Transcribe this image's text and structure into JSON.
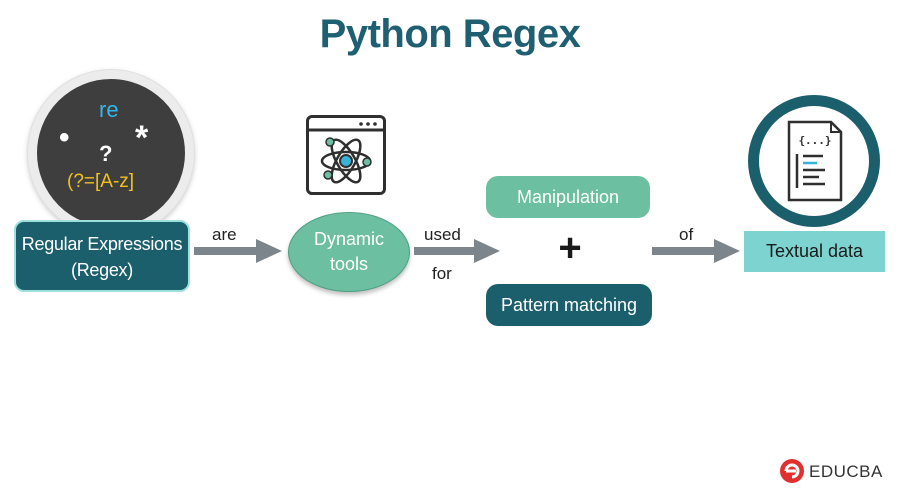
{
  "title": "Python Regex",
  "symbols": {
    "re": "re",
    "dot": "•",
    "question": "?",
    "star": "*",
    "lookahead": "(?=[A-z]"
  },
  "nodes": {
    "regex_line1": "Regular Expressions",
    "regex_line2": "(Regex)",
    "dynamic_line1": "Dynamic",
    "dynamic_line2": "tools",
    "manipulation": "Manipulation",
    "plus": "+",
    "pattern": "Pattern matching",
    "textual": "Textual data"
  },
  "edges": {
    "are": "are",
    "used": "used",
    "for": "for",
    "of": "of"
  },
  "icons": {
    "doc_braces": "{...}"
  },
  "brand": {
    "name": "EDUCBA"
  },
  "colors": {
    "title": "#1e5f72",
    "dark_teal": "#1c5f6c",
    "mint": "#6dbfa2",
    "light_teal": "#7dd3cf",
    "arrow": "#7b858b",
    "brand_red": "#e0312f"
  }
}
